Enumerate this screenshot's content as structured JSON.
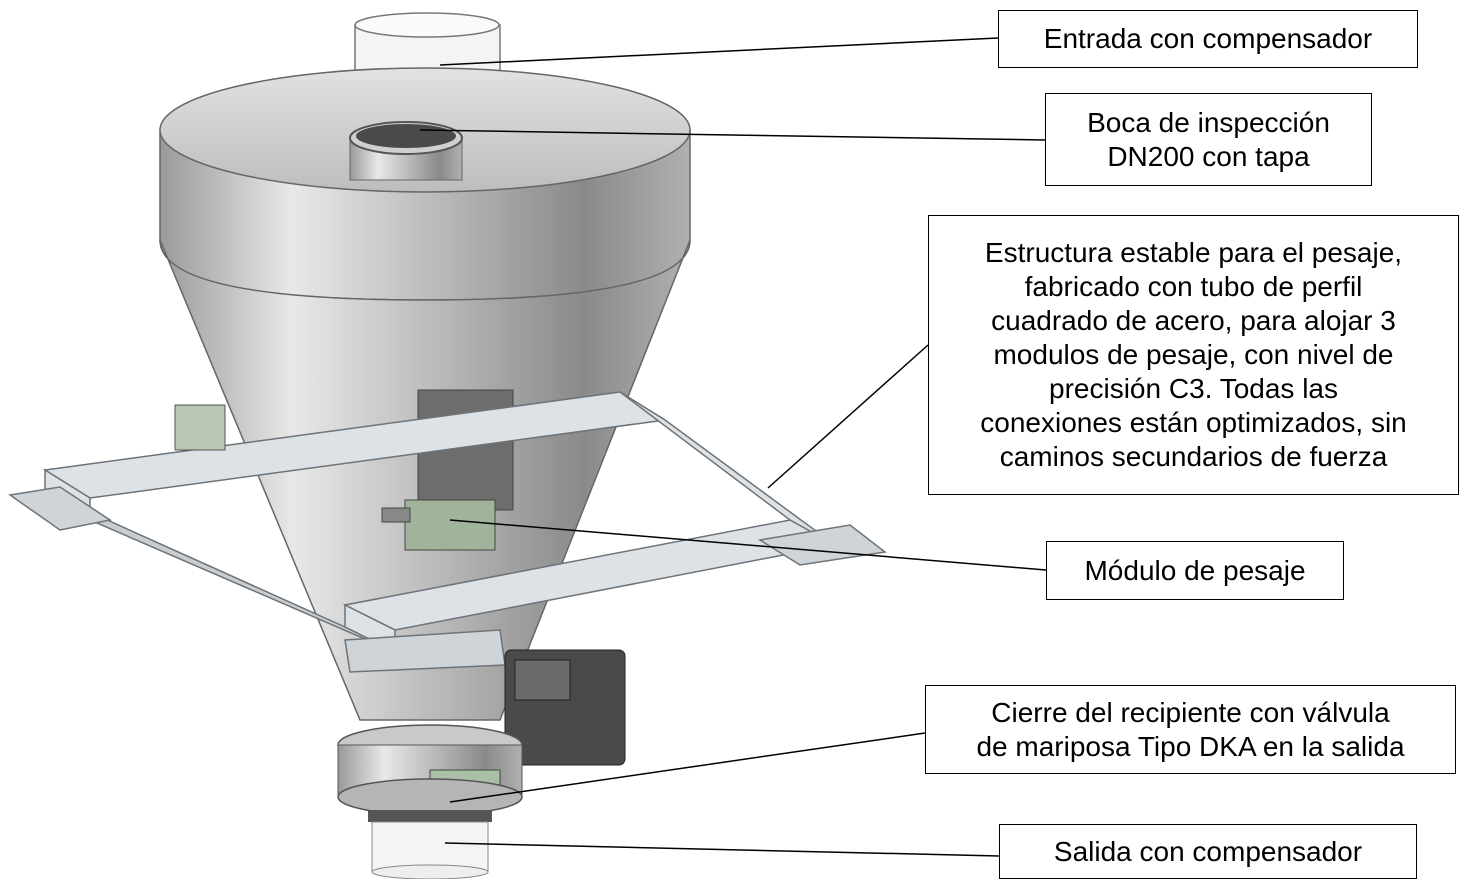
{
  "callouts": {
    "inlet": "Entrada con compensador",
    "inspection": "Boca de inspección\nDN200 con tapa",
    "structure": "Estructura estable para el pesaje,\nfabricado con tubo de perfil\ncuadrado de acero, para alojar 3\nmodulos de pesaje, con nivel de\nprecisión C3. Todas las\nconexiones están optimizados, sin\ncaminos secundarios de fuerza",
    "weigh_module": "Módulo de pesaje",
    "valve": "Cierre del recipiente con válvula\nde mariposa Tipo DKA en la salida",
    "outlet": "Salida con compensador"
  },
  "colors": {
    "steel_light": "#e4e4e4",
    "steel_dark": "#8c8c8c",
    "frame": "#dde2e6",
    "module": "#9fb49a",
    "actuator": "#4a4a4a"
  }
}
